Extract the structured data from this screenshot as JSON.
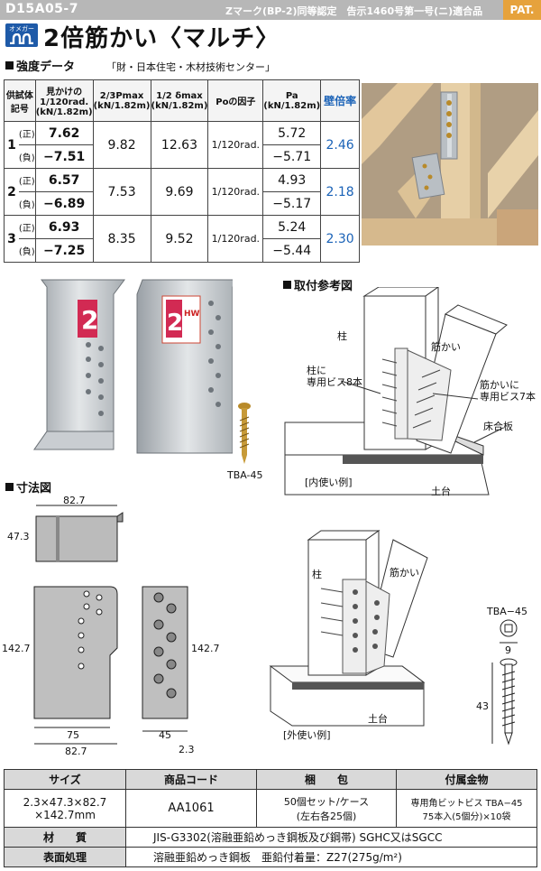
{
  "header": {
    "code": "D15A05-7",
    "certification": "Zマーク(BP-2)同等認定　告示1460号第一号(ニ)適合品",
    "pat": "PAT."
  },
  "logo": {
    "text": "オメガー"
  },
  "title": "2倍筋かい〈マルチ〉",
  "strength": {
    "section_title": "強度データ",
    "source": "「財・日本住宅・木材技術センター」",
    "headers": {
      "specimen": "供試体記号",
      "apparent": "見かけの\n1/120rad.\n(kN/1.82m)",
      "pmax": "2/3Pmax\n(kN/1.82m)",
      "dmax": "1/2 δmax\n(kN/1.82m)",
      "po": "Poの因子",
      "pa": "Pa\n(kN/1.82m)",
      "rate": "壁倍率"
    },
    "rows": [
      {
        "id": "1",
        "pos_label": "(正)",
        "neg_label": "(負)",
        "pos": "7.62",
        "neg": "−7.51",
        "pmax": "9.82",
        "dmax": "12.63",
        "po": "1/120rad.",
        "pa_pos": "5.72",
        "pa_neg": "−5.71",
        "rate": "2.46"
      },
      {
        "id": "2",
        "pos_label": "(正)",
        "neg_label": "(負)",
        "pos": "6.57",
        "neg": "−6.89",
        "pmax": "7.53",
        "dmax": "9.69",
        "po": "1/120rad.",
        "pa_pos": "4.93",
        "pa_neg": "−5.17",
        "rate": "2.18"
      },
      {
        "id": "3",
        "pos_label": "(正)",
        "neg_label": "(負)",
        "pos": "6.93",
        "neg": "−7.25",
        "pmax": "8.35",
        "dmax": "9.52",
        "po": "1/120rad.",
        "pa_pos": "5.24",
        "pa_neg": "−5.44",
        "rate": "2.30"
      }
    ]
  },
  "product": {
    "plate_mark": "2",
    "plate_mark2": "2",
    "plate_hw": "HW",
    "screw_label": "TBA-45"
  },
  "install": {
    "section_title": "取付参考図",
    "inside": {
      "column": "柱",
      "brace": "筋かい",
      "column_screws": "柱に\n専用ビス8本",
      "brace_screws": "筋かいに\n専用ビス7本",
      "floor": "床合板",
      "sill": "土台",
      "caption": "[内使い例]"
    },
    "outside": {
      "column": "柱",
      "brace": "筋かい",
      "sill": "土台",
      "caption": "[外使い例]"
    }
  },
  "dims": {
    "section_title": "寸法図",
    "w_top": "82.7",
    "h_top": "47.3",
    "h_front": "142.7",
    "h_side": "142.7",
    "w_inner": "75",
    "w_front": "82.7",
    "w_side": "45",
    "thick": "2.3"
  },
  "screw": {
    "label": "TBA−45",
    "head": "9",
    "length": "43"
  },
  "spec": {
    "headers": {
      "size": "サイズ",
      "code": "商品コード",
      "pack": "梱　　包",
      "acc": "付属金物"
    },
    "size": "2.3×47.3×82.7\n×142.7mm",
    "code": "AA1061",
    "pack": "50個セット/ケース\n(左右各25個)",
    "acc": "専用角ビットビス TBA−45\n75本入(5個分)×10袋",
    "material_label": "材　　質",
    "material": "JIS-G3302(溶融亜鉛めっき鋼板及び鋼帯) SGHC又はSGCC",
    "surface_label": "表面処理",
    "surface": "溶融亜鉛めっき鋼板　亜鉛付着量：Z27(275g/m²)"
  },
  "colors": {
    "accent": "#1a62b7",
    "header_bg": "#b7b7b7",
    "pat": "#e6a23c",
    "logo": "#1e5aa8"
  }
}
